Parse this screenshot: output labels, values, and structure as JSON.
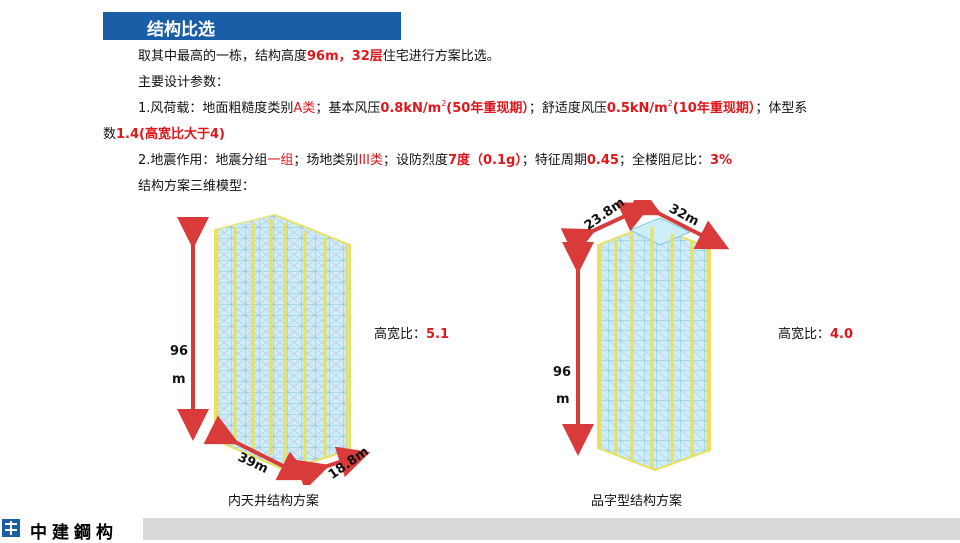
{
  "header": {
    "title": "结构比选"
  },
  "body": {
    "intro": {
      "pre": "取其中最高的一栋，结构高度",
      "height": "96m，32层",
      "post": "住宅进行方案比选。"
    },
    "params_heading": "主要设计参数：",
    "wind": {
      "p1": "1.风荷载：地面粗糙度类别",
      "v1": "A类",
      "p2": "；基本风压",
      "v2": "0.8kN/m",
      "v2sup": "2",
      "v3": "(50年重现期）",
      "p3": "；舒适度风压",
      "v4": "0.5kN/m",
      "v4sup": "2",
      "v5": "(10年重现期）",
      "p4": "；体型系",
      "p5": "数",
      "v6": "1.4(高宽比大于4)"
    },
    "seismic": {
      "p1": "2.地震作用：地震分组",
      "v1": "一组",
      "p2": "；场地类别",
      "v2": "III类",
      "p3": "；设防烈度",
      "v3": "7度（0.1g）",
      "p4": "；特征周期",
      "v4": "0.45",
      "p5": "；全楼阻尼比：",
      "v5": "3%"
    },
    "models_heading": "结构方案三维模型："
  },
  "model_left": {
    "height_num": "96",
    "height_unit": "m",
    "width_a": "39m",
    "width_b": "18.8m",
    "ratio_label": "高宽比：",
    "ratio_value": "5.1",
    "caption": "内天井结构方案"
  },
  "model_right": {
    "height_num": "96",
    "height_unit": "m",
    "width_a": "23.8m",
    "width_b": "32m",
    "ratio_label": "高宽比：",
    "ratio_value": "4.0",
    "caption": "品字型结构方案"
  },
  "footer": {
    "company": "中建鋼构"
  },
  "colors": {
    "accent": "#1a5ea8",
    "highlight": "#e0161b",
    "arrow": "#d93a3a",
    "frame_cyan": "#a8e0f0",
    "column_yellow": "#e8e060",
    "footer_gray": "#d9d9d9"
  }
}
